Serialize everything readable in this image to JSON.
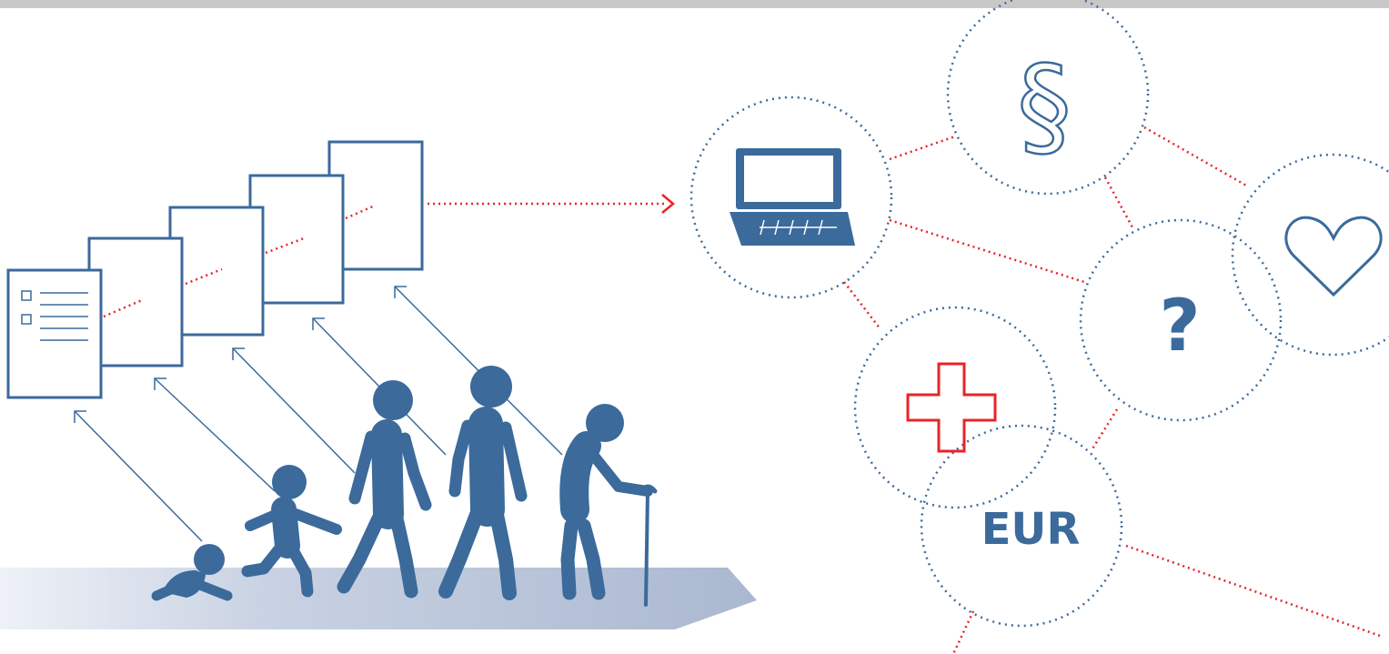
{
  "colors": {
    "primary": "#3b6a9b",
    "accent_red": "#e8232a",
    "ground": "#aab8d0",
    "top_bar": "#c8c8c8"
  },
  "nodes": {
    "laptop": {
      "icon": "laptop-icon"
    },
    "law": {
      "icon": "paragraph-icon",
      "label": "§"
    },
    "heart": {
      "icon": "heart-icon"
    },
    "question": {
      "icon": "question-icon",
      "label": "?"
    },
    "health": {
      "icon": "medical-cross-icon"
    },
    "currency": {
      "icon": "currency-label",
      "label": "EUR"
    }
  },
  "life_stages": [
    "baby-icon",
    "child-icon",
    "adult-icon",
    "adult-icon",
    "elderly-icon"
  ],
  "documents": {
    "count": 5,
    "first_has_checklist": true
  }
}
